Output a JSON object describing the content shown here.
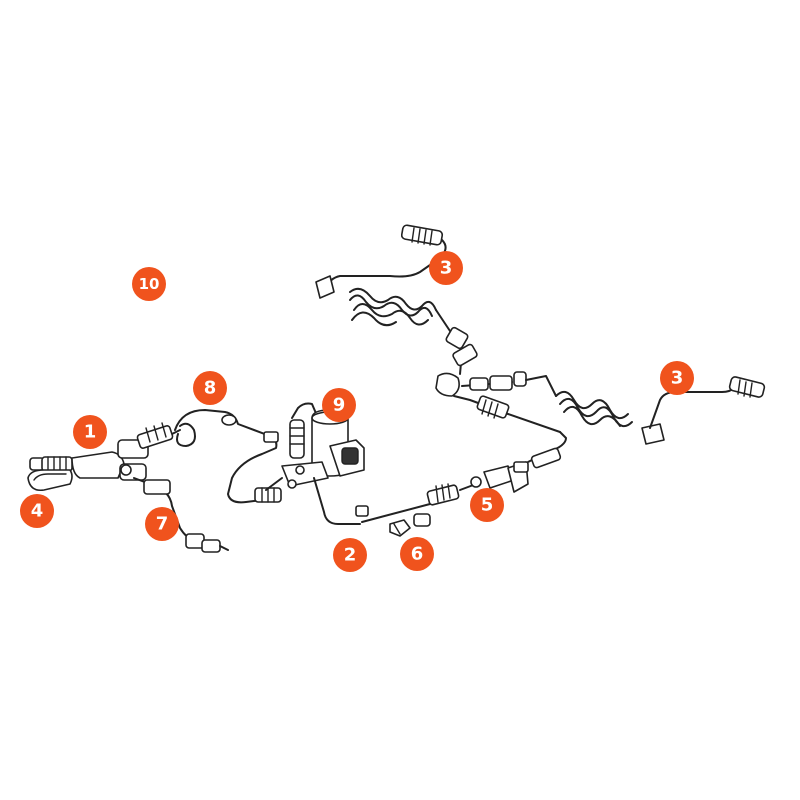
{
  "colors": {
    "callout_fill": "#f0531d",
    "line": "#222222",
    "background": "#ffffff"
  },
  "callouts": [
    {
      "id": "c1",
      "label": "1"
    },
    {
      "id": "c2",
      "label": "2"
    },
    {
      "id": "c3a",
      "label": "3"
    },
    {
      "id": "c3b",
      "label": "3"
    },
    {
      "id": "c4",
      "label": "4"
    },
    {
      "id": "c5",
      "label": "5"
    },
    {
      "id": "c6",
      "label": "6"
    },
    {
      "id": "c7",
      "label": "7"
    },
    {
      "id": "c8",
      "label": "8"
    },
    {
      "id": "c9",
      "label": "9"
    },
    {
      "id": "c10",
      "label": "10"
    }
  ]
}
